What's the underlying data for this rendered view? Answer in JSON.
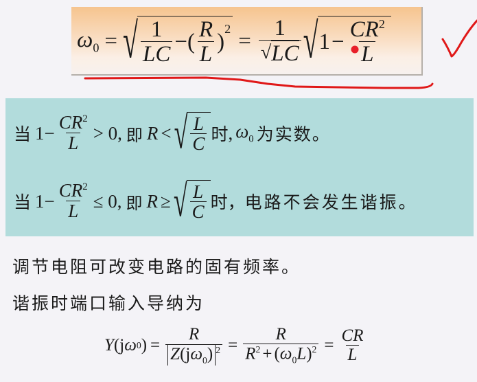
{
  "formula_box": {
    "lhs": "ω",
    "lhs_sub": "0",
    "eq1": "=",
    "term1_num": "1",
    "term1_den": "LC",
    "minus": "−",
    "term2_open": "(",
    "term2_num": "R",
    "term2_den": "L",
    "term2_close": ")",
    "term2_exp": "2",
    "eq2": "=",
    "term3_num": "1",
    "term3_den": "LC",
    "term4_one": "1",
    "term4_minus": "−",
    "term4_num": "CR",
    "term4_num_exp": "2",
    "term4_den": "L",
    "background_color": "#f6c48e"
  },
  "conditions": {
    "background_color": "#b2dcdc",
    "line1": {
      "prefix": "当",
      "expr_one": "1",
      "expr_minus": "−",
      "frac_num": "CR",
      "frac_num_exp": "2",
      "frac_den": "L",
      "relation": "> 0,",
      "ie": "即",
      "var": "R",
      "rel2": "<",
      "sqrt_num": "L",
      "sqrt_den": "C",
      "when": "时",
      "comma": ",",
      "omega": "ω",
      "omega_sub": "0",
      "conclusion": "为实数。"
    },
    "line2": {
      "prefix": "当",
      "expr_one": "1",
      "expr_minus": "−",
      "frac_num": "CR",
      "frac_num_exp": "2",
      "frac_den": "L",
      "relation": "≤ 0,",
      "ie": "即",
      "var": "R",
      "rel2": "≥",
      "sqrt_num": "L",
      "sqrt_den": "C",
      "when": "时，",
      "conclusion": "电路不会发生谐振。"
    }
  },
  "body": {
    "line1": "调节电阻可改变电路的固有频率。",
    "line2": "谐振时端口输入导纳为"
  },
  "admittance_formula": {
    "lhs": "Y",
    "lhs_arg_open": "(j",
    "lhs_arg_omega": "ω",
    "lhs_arg_sub": "0",
    "lhs_arg_close": ")",
    "eq1": "=",
    "f1_num": "R",
    "f1_den_Z": "Z",
    "f1_den_open": "(j",
    "f1_den_omega": "ω",
    "f1_den_sub": "0",
    "f1_den_close": ")",
    "f1_den_exp": "2",
    "eq2": "=",
    "f2_num": "R",
    "f2_den_R": "R",
    "f2_den_R_exp": "2",
    "f2_den_plus": "+",
    "f2_den_open": "(",
    "f2_den_omega": "ω",
    "f2_den_sub": "0",
    "f2_den_L": "L",
    "f2_den_close": ")",
    "f2_den_exp": "2",
    "eq3": "=",
    "f3_num": "CR",
    "f3_den": "L"
  },
  "annotations": {
    "ink_color": "#e01818",
    "underline": "red underline beneath formula box",
    "checkmark": "red checkmark",
    "pointer_dot": "red laser-pointer dot"
  }
}
